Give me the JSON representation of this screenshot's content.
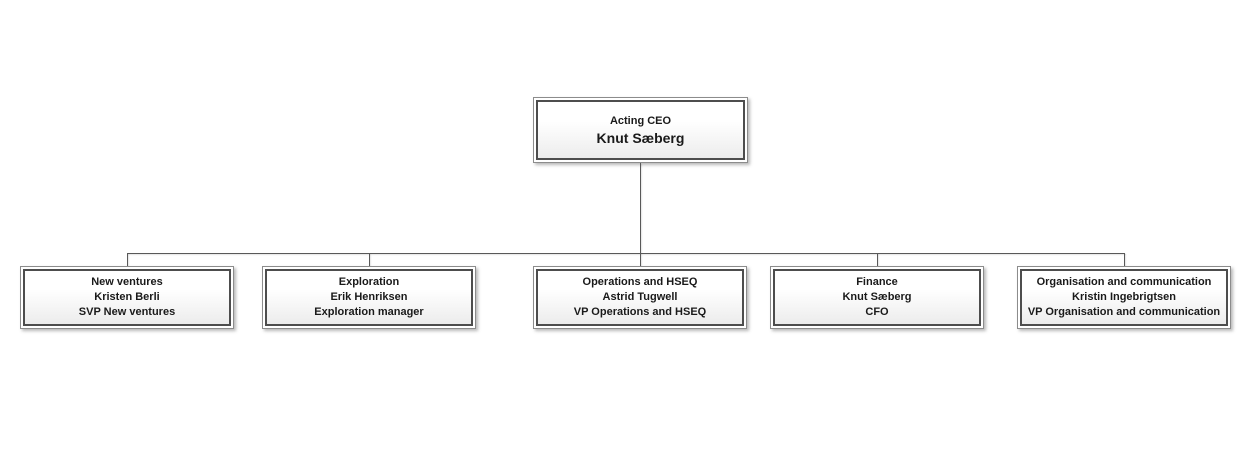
{
  "org": {
    "root": {
      "title": "Acting CEO",
      "name": "Knut Sæberg"
    },
    "children": [
      {
        "dept": "New ventures",
        "name": "Kristen Berli",
        "role": "SVP New ventures"
      },
      {
        "dept": "Exploration",
        "name": "Erik Henriksen",
        "role": "Exploration manager"
      },
      {
        "dept": "Operations and HSEQ",
        "name": "Astrid Tugwell",
        "role": "VP Operations and HSEQ"
      },
      {
        "dept": "Finance",
        "name": "Knut Sæberg",
        "role": "CFO"
      },
      {
        "dept": "Organisation and communication",
        "name": "Kristin Ingebrigtsen",
        "role": "VP Organisation and communication"
      }
    ]
  },
  "colors": {
    "background": "#ffffff",
    "box_fill_top": "#ffffff",
    "box_fill_bottom": "#ececec",
    "box_border_inner": "#4d4d4d",
    "box_border_outer": "#8c8c8c",
    "connector_line": "#595959",
    "text": "#1a1a1a"
  }
}
